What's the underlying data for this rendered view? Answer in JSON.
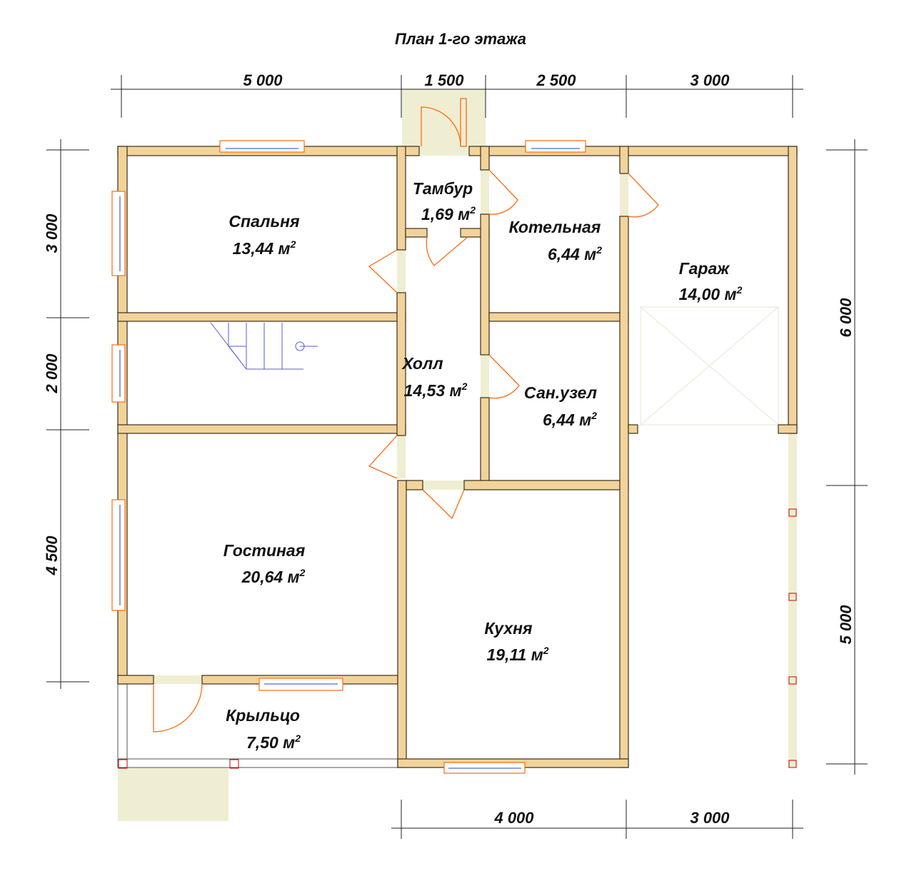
{
  "title": "План 1-го этажа",
  "dimensions": {
    "top": [
      "5 000",
      "1 500",
      "2 500",
      "3 000"
    ],
    "left": [
      "3 000",
      "2 000",
      "4 500"
    ],
    "right": [
      "6 000",
      "5 000"
    ],
    "bottom": [
      "4 000",
      "3 000"
    ]
  },
  "rooms": [
    {
      "name": "Спальня",
      "area": "13,44 м"
    },
    {
      "name": "Тамбур",
      "area": "1,69 м"
    },
    {
      "name": "Котельная",
      "area": "6,44 м"
    },
    {
      "name": "Гараж",
      "area": "14,00 м"
    },
    {
      "name": "Холл",
      "area": "14,53 м"
    },
    {
      "name": "Сан.узел",
      "area": "6,44 м"
    },
    {
      "name": "Гостиная",
      "area": "20,64 м"
    },
    {
      "name": "Кухня",
      "area": "19,11 м"
    },
    {
      "name": "Крыльцо",
      "area": "7,50 м"
    }
  ],
  "area_sup": "2",
  "colors": {
    "wall": "#f2d39a",
    "door": "#ff6a10",
    "window": "#4a6ae0",
    "opening": "#efeed2"
  }
}
